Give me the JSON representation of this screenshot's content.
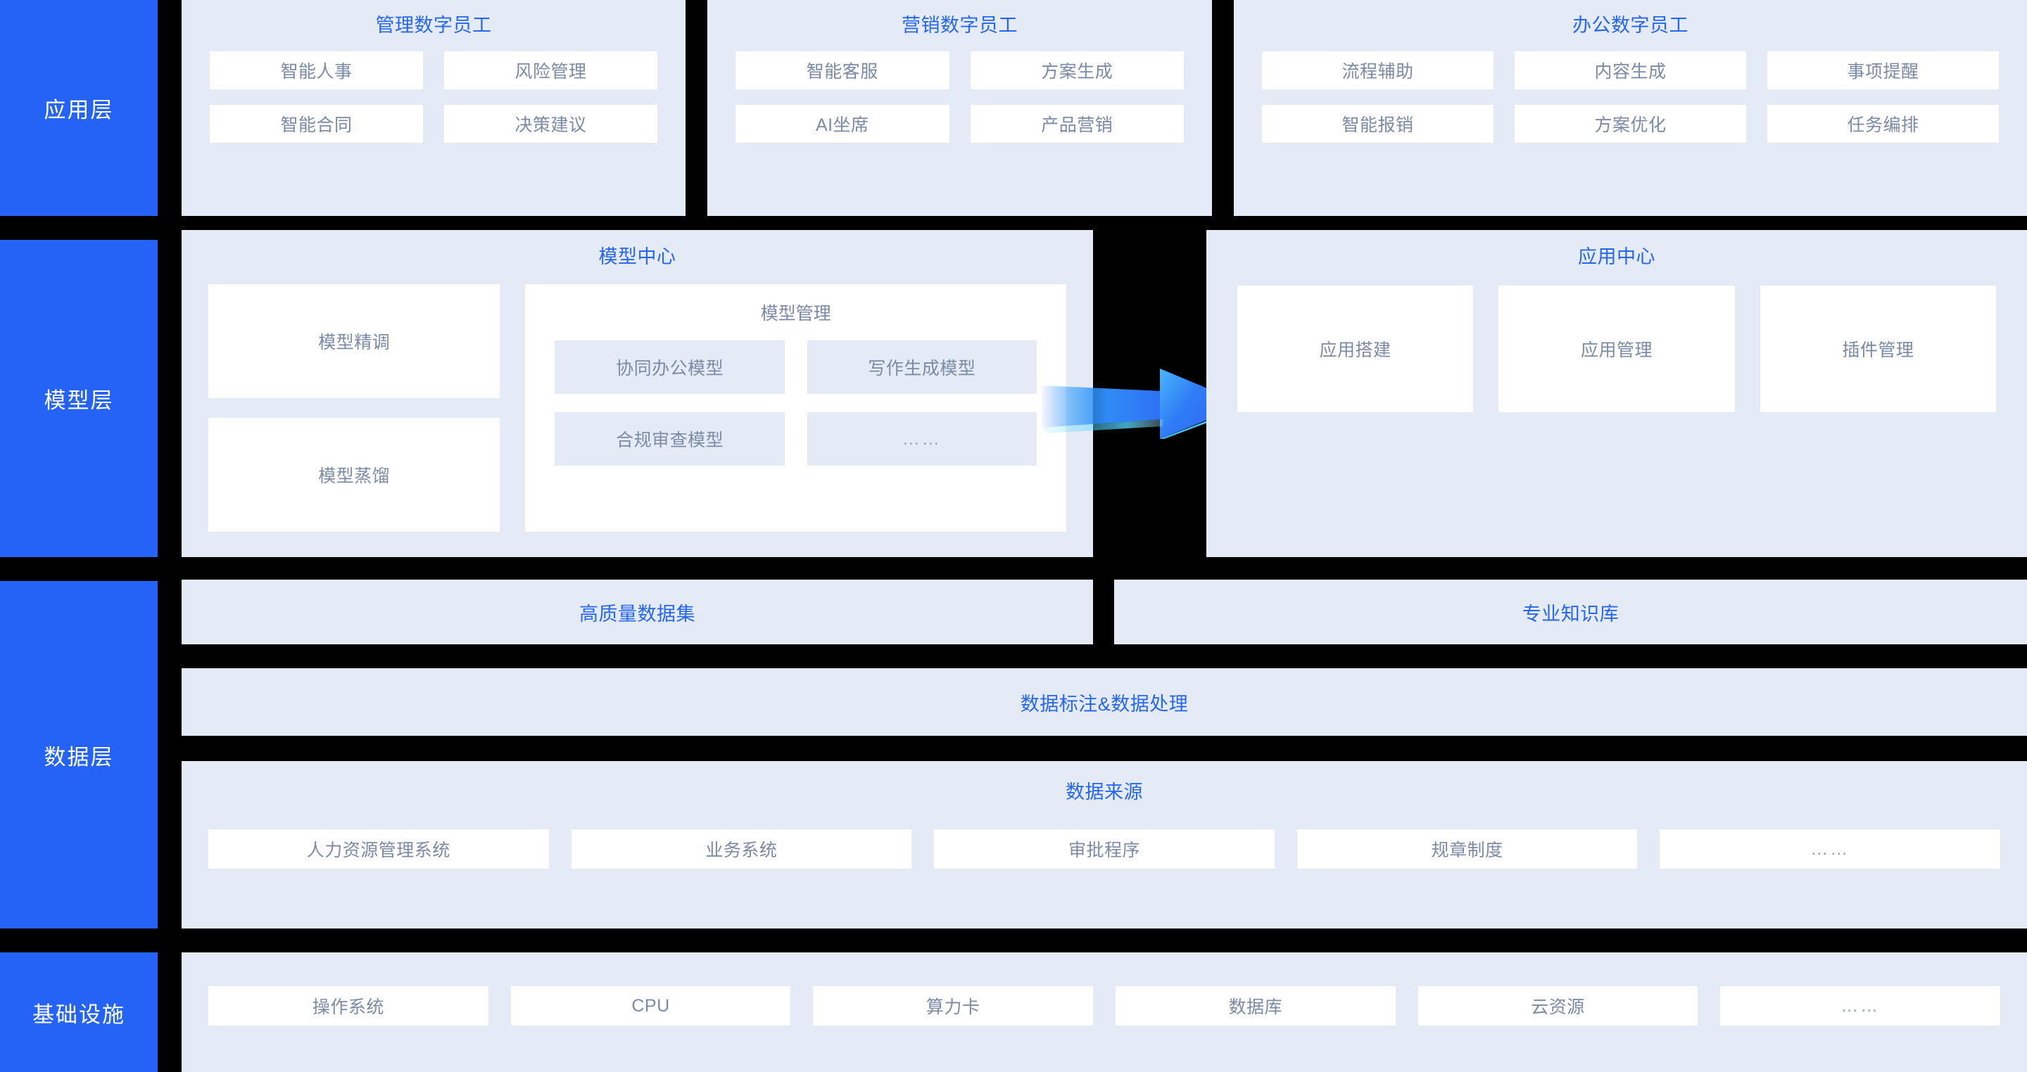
{
  "layers": [
    {
      "key": "application",
      "label": "应用层"
    },
    {
      "key": "model",
      "label": "模型层"
    },
    {
      "key": "data",
      "label": "数据层"
    },
    {
      "key": "infra",
      "label": "基础设施"
    }
  ],
  "application_layer": {
    "groups": [
      {
        "title": "管理数字员工",
        "columns": 2,
        "items": [
          "智能人事",
          "风险管理",
          "智能合同",
          "决策建议"
        ]
      },
      {
        "title": "营销数字员工",
        "columns": 2,
        "items": [
          "智能客服",
          "方案生成",
          "AI坐席",
          "产品营销"
        ]
      },
      {
        "title": "办公数字员工",
        "columns": 3,
        "items": [
          "流程辅助",
          "内容生成",
          "事项提醒",
          "智能报销",
          "方案优化",
          "任务编排"
        ]
      }
    ]
  },
  "model_layer": {
    "model_center": {
      "title": "模型中心",
      "left_items": [
        "模型精调",
        "模型蒸馏"
      ],
      "management": {
        "title": "模型管理",
        "items": [
          "协同办公模型",
          "写作生成模型",
          "合规审查模型",
          "……"
        ]
      }
    },
    "arrow": {
      "name": "flow-arrow",
      "direction": "right",
      "color": "#2f7cf6"
    },
    "application_center": {
      "title": "应用中心",
      "items": [
        "应用搭建",
        "应用管理",
        "插件管理"
      ]
    }
  },
  "data_layer": {
    "dataset_row": [
      {
        "title": "高质量数据集"
      },
      {
        "title": "专业知识库"
      }
    ],
    "processing_row": {
      "title": "数据标注&数据处理"
    },
    "source_row": {
      "title": "数据来源",
      "items": [
        "人力资源管理系统",
        "业务系统",
        "审批程序",
        "规章制度",
        "……"
      ]
    }
  },
  "infrastructure_layer": {
    "items": [
      "操作系统",
      "CPU",
      "算力卡",
      "数据库",
      "云资源",
      "……"
    ]
  },
  "colors": {
    "rail": "#2563f7",
    "panel": "#e5ebf6",
    "tile": "#ffffff",
    "title_text": "#2566f5",
    "tile_text": "#7b8aa5",
    "background": "#000000"
  }
}
